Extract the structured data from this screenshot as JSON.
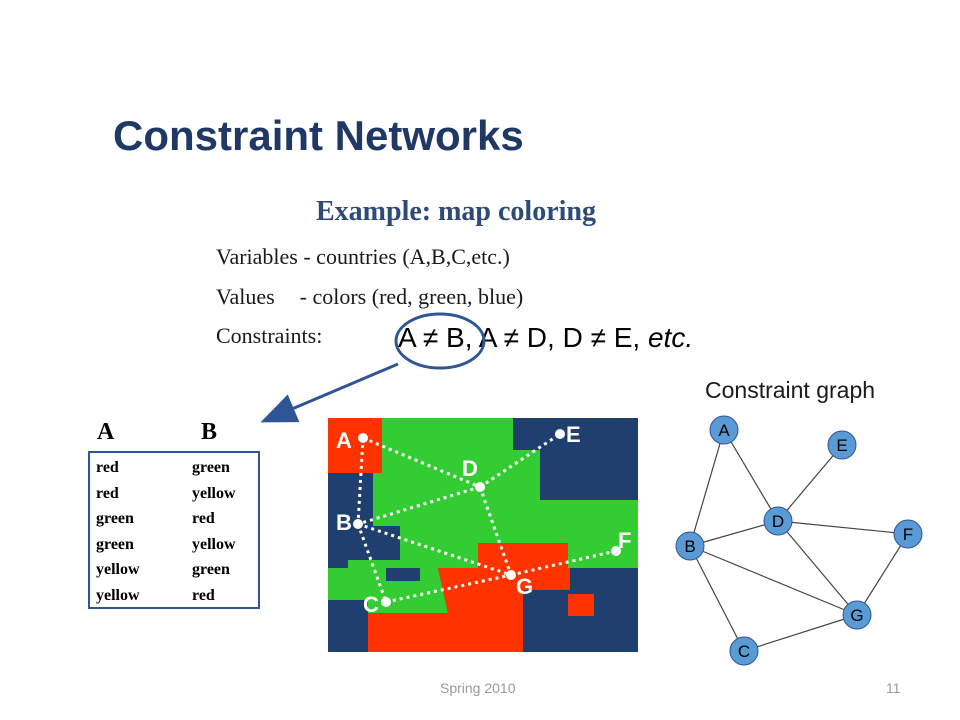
{
  "slide": {
    "title": "Constraint Networks",
    "subtitle": "Example: map coloring",
    "variables": {
      "label": "Variables",
      "text": "- countries (A,B,C,etc.)"
    },
    "values": {
      "label": "Values",
      "text": "- colors (red, green, blue)"
    },
    "constraints_label": "Constraints:",
    "formula": {
      "part1": "A ≠ B,",
      "part2": "A ≠ D,",
      "part3": "D ≠ E,",
      "etc": "etc."
    },
    "graph_caption": "Constraint graph",
    "footer_left": "Spring 2010",
    "page_number": "11"
  },
  "table": {
    "headers": [
      "A",
      "B"
    ],
    "rows": [
      [
        "red",
        "green"
      ],
      [
        "red",
        "yellow"
      ],
      [
        "green",
        "red"
      ],
      [
        "green",
        "yellow"
      ],
      [
        "yellow",
        "green"
      ],
      [
        "yellow",
        "red"
      ]
    ]
  },
  "map": {
    "regions": [
      "A",
      "B",
      "C",
      "D",
      "E",
      "F",
      "G"
    ],
    "colors": {
      "red": "#FF3300",
      "green": "#33CC33",
      "blue": "#1F3F6E"
    }
  },
  "graph": {
    "nodes": [
      "A",
      "E",
      "D",
      "F",
      "B",
      "G",
      "C"
    ],
    "edges": [
      [
        "A",
        "B"
      ],
      [
        "A",
        "D"
      ],
      [
        "D",
        "E"
      ],
      [
        "D",
        "B"
      ],
      [
        "D",
        "F"
      ],
      [
        "D",
        "G"
      ],
      [
        "B",
        "G"
      ],
      [
        "B",
        "C"
      ],
      [
        "C",
        "G"
      ],
      [
        "G",
        "F"
      ]
    ],
    "node_color": "#5B9BD5"
  }
}
